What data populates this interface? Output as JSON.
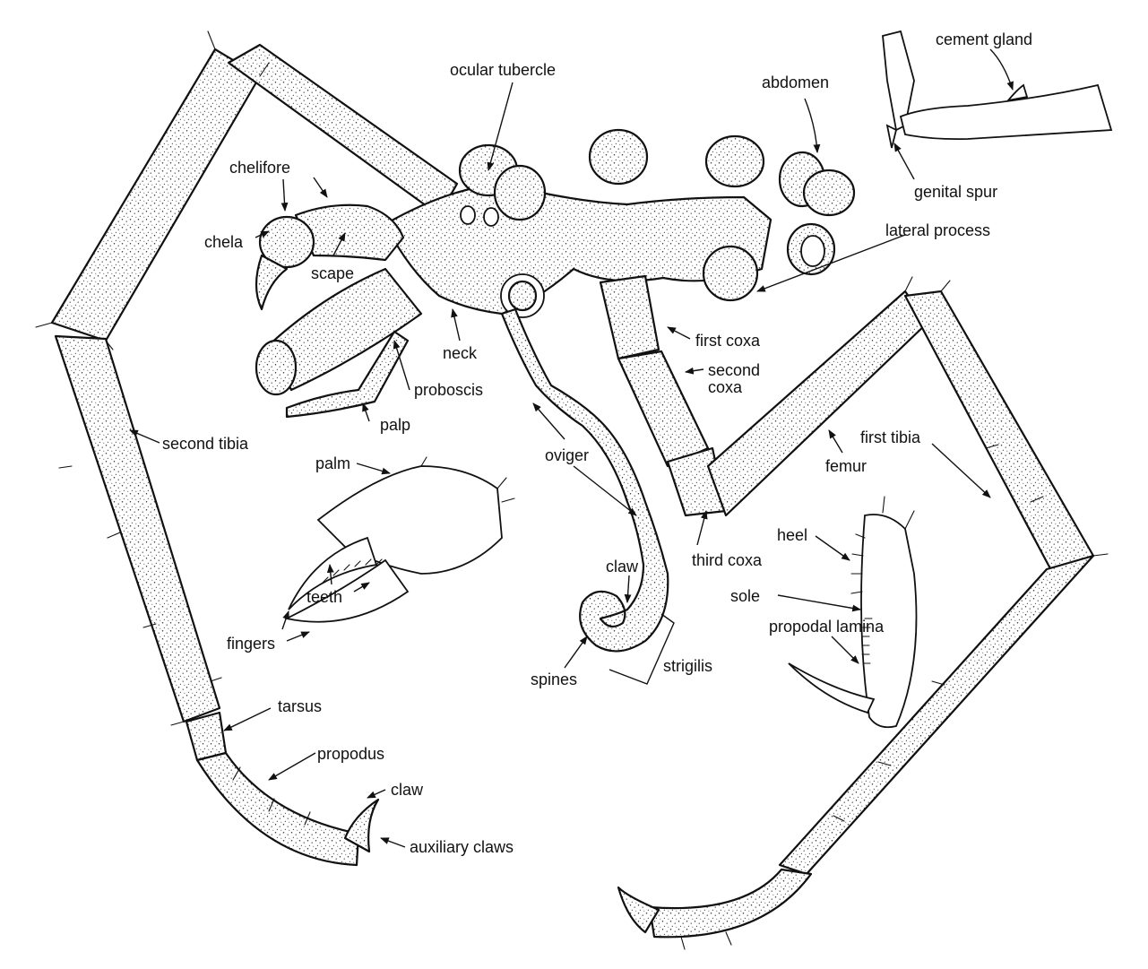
{
  "labels": {
    "cement_gland": "cement gland",
    "ocular_tubercle": "ocular tubercle",
    "abdomen": "abdomen",
    "genital_spur": "genital spur",
    "chelifore": "chelifore",
    "chela": "chela",
    "scape": "scape",
    "lateral_process": "lateral process",
    "neck": "neck",
    "first_coxa": "first coxa",
    "proboscis": "proboscis",
    "second_coxa": "second\ncoxa",
    "palp": "palp",
    "second_tibia": "second tibia",
    "oviger": "oviger",
    "first_tibia": "first tibia",
    "femur": "femur",
    "palm": "palm",
    "heel": "heel",
    "third_coxa": "third coxa",
    "claw_oviger": "claw",
    "teeth": "teeth",
    "sole": "sole",
    "propodal_lamina": "propodal lamina",
    "fingers": "fingers",
    "strigilis": "strigilis",
    "spines": "spines",
    "tarsus": "tarsus",
    "propodus": "propodus",
    "claw_leg": "claw",
    "auxiliary_claws": "auxiliary claws"
  }
}
